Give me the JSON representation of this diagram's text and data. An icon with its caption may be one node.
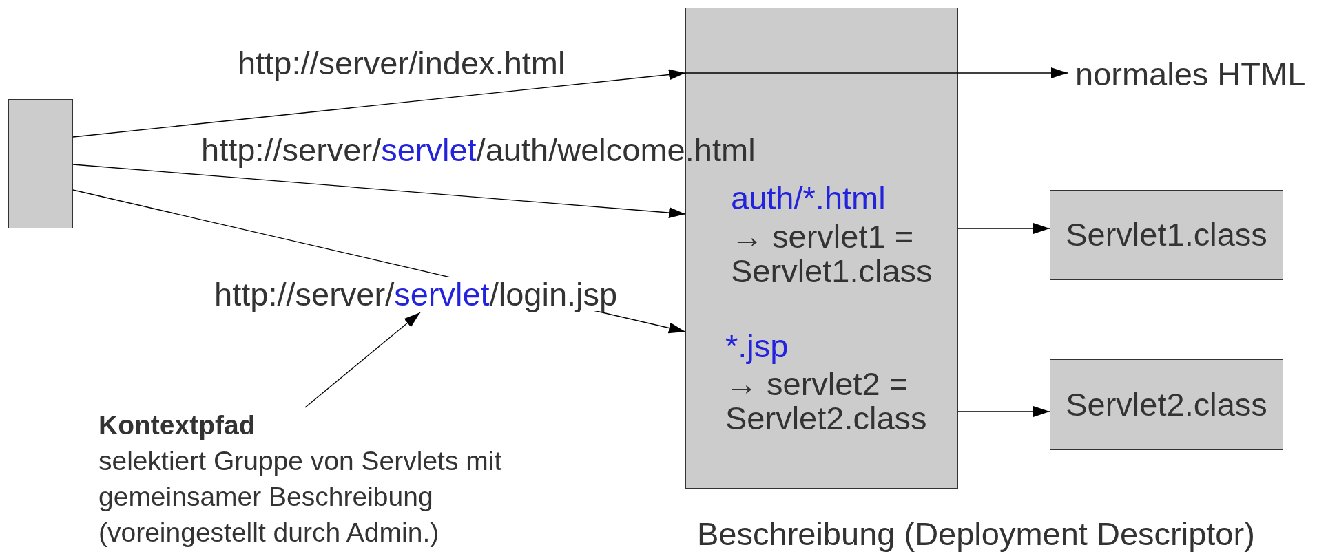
{
  "diagram": {
    "nodes": [
      {
        "text": [],
        "shape": "box"
      },
      {
        "text": [
          "auth/*.html",
          "→ servlet1 = Servlet1.class",
          "*.jsp",
          "→ servlet2 = Servlet2.class"
        ],
        "beside": [
          "Beschreibung (Deployment Descriptor)"
        ]
      },
      {
        "text": [
          "normales HTML"
        ]
      },
      {
        "text": [
          "Servlet1.class"
        ]
      },
      {
        "text": [
          "Servlet2.class"
        ]
      },
      {
        "text": [
          "Kontextpfad",
          "selektiert Gruppe von Servlets mit gemeinsamer Beschreibung (voreingestellt durch Admin.)"
        ]
      }
    ],
    "edges": [
      {
        "from": 0,
        "to": 1,
        "arrow": "to",
        "label": "http://server/index.html"
      },
      {
        "from": 1,
        "to": 2,
        "arrow": "to"
      },
      {
        "from": 0,
        "to": 1,
        "arrow": "to",
        "label": "http://server/servlet/auth/welcome.html"
      },
      {
        "from": 0,
        "to": 1,
        "arrow": "to",
        "label": "http://server/servlet/login.jsp"
      },
      {
        "from": 1,
        "to": 3,
        "arrow": "to"
      },
      {
        "from": 1,
        "to": 4,
        "arrow": "to"
      },
      {
        "from": 5,
        "to": null,
        "arrow": "to"
      }
    ]
  }
}
